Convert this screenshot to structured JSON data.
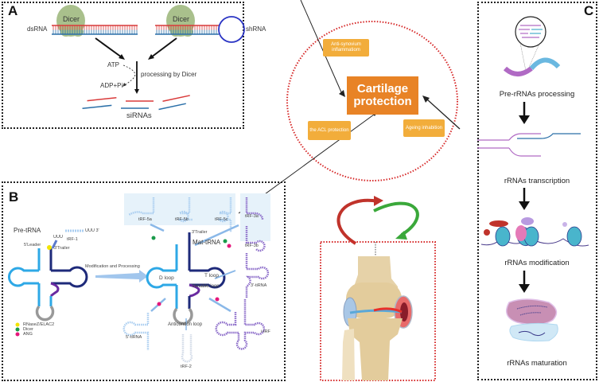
{
  "panels": {
    "a": {
      "letter": "A",
      "dicer_left": "Dicer",
      "dicer_right": "Dicer",
      "dsrna": "dsRNA",
      "shrna": "shRNA",
      "atp": "ATP",
      "adp": "ADP+Pi",
      "processing": "processing by Dicer",
      "sirnas": "siRNAs"
    },
    "b": {
      "letter": "B",
      "pre_trna": "Pre-tRNA",
      "trf1": "tRF-1",
      "uuu_3": "UUU 3'",
      "uuu": "UUU",
      "leader5": "5'Leader",
      "trailer3": "3'Trailer",
      "mod_processing": "Modification and Processing",
      "mat_trna": "Mat-tRNA",
      "trailer3_mat": "3'Trailer",
      "d_loop": "D loop",
      "t_loop": "T loop",
      "variable_loop": "Variable loop",
      "anticodon_loop": "Anticondon loop",
      "trf5a": "tRF-5a",
      "trf5b": "tRF-5b",
      "trf5c": "tRF-5c",
      "trf3a": "tRF-3a",
      "trf3b": "tRF-3b",
      "trna3": "3'-tiRNA",
      "trna5": "5'-tiRNA",
      "trf2": "tRF-2",
      "irf": "i-tRF",
      "five_prime": "5'",
      "three_prime": "3'",
      "legend": [
        {
          "label": "RNaseZ/ELAC2",
          "color": "#f2e400"
        },
        {
          "label": "Dicer",
          "color": "#1a9a4a"
        },
        {
          "label": "ANG",
          "color": "#e5177b"
        }
      ]
    },
    "center": {
      "main_line1": "Cartilage",
      "main_line2": "protection",
      "anti_synovium": "Anti-synovium inflammatiom",
      "acl": "the ACL protection",
      "ageing": "Ageing inhabition"
    },
    "c": {
      "letter": "C",
      "steps": [
        "Pre-rRNAs processing",
        "rRNAs transcription",
        "rRNAs modification",
        "rRNAs maturation"
      ]
    }
  },
  "colors": {
    "orange_main": "#e88326",
    "orange_light": "#f2ad3b",
    "red_dotted": "#d62828",
    "dicer_green": "#a9c08c",
    "rna_red": "#d93a3a",
    "rna_blue": "#2a6fa8",
    "trna_light": "#2ea8e6",
    "trna_dark": "#1e2a7a",
    "purple": "#b06ac4",
    "teal": "#4aaecc"
  }
}
